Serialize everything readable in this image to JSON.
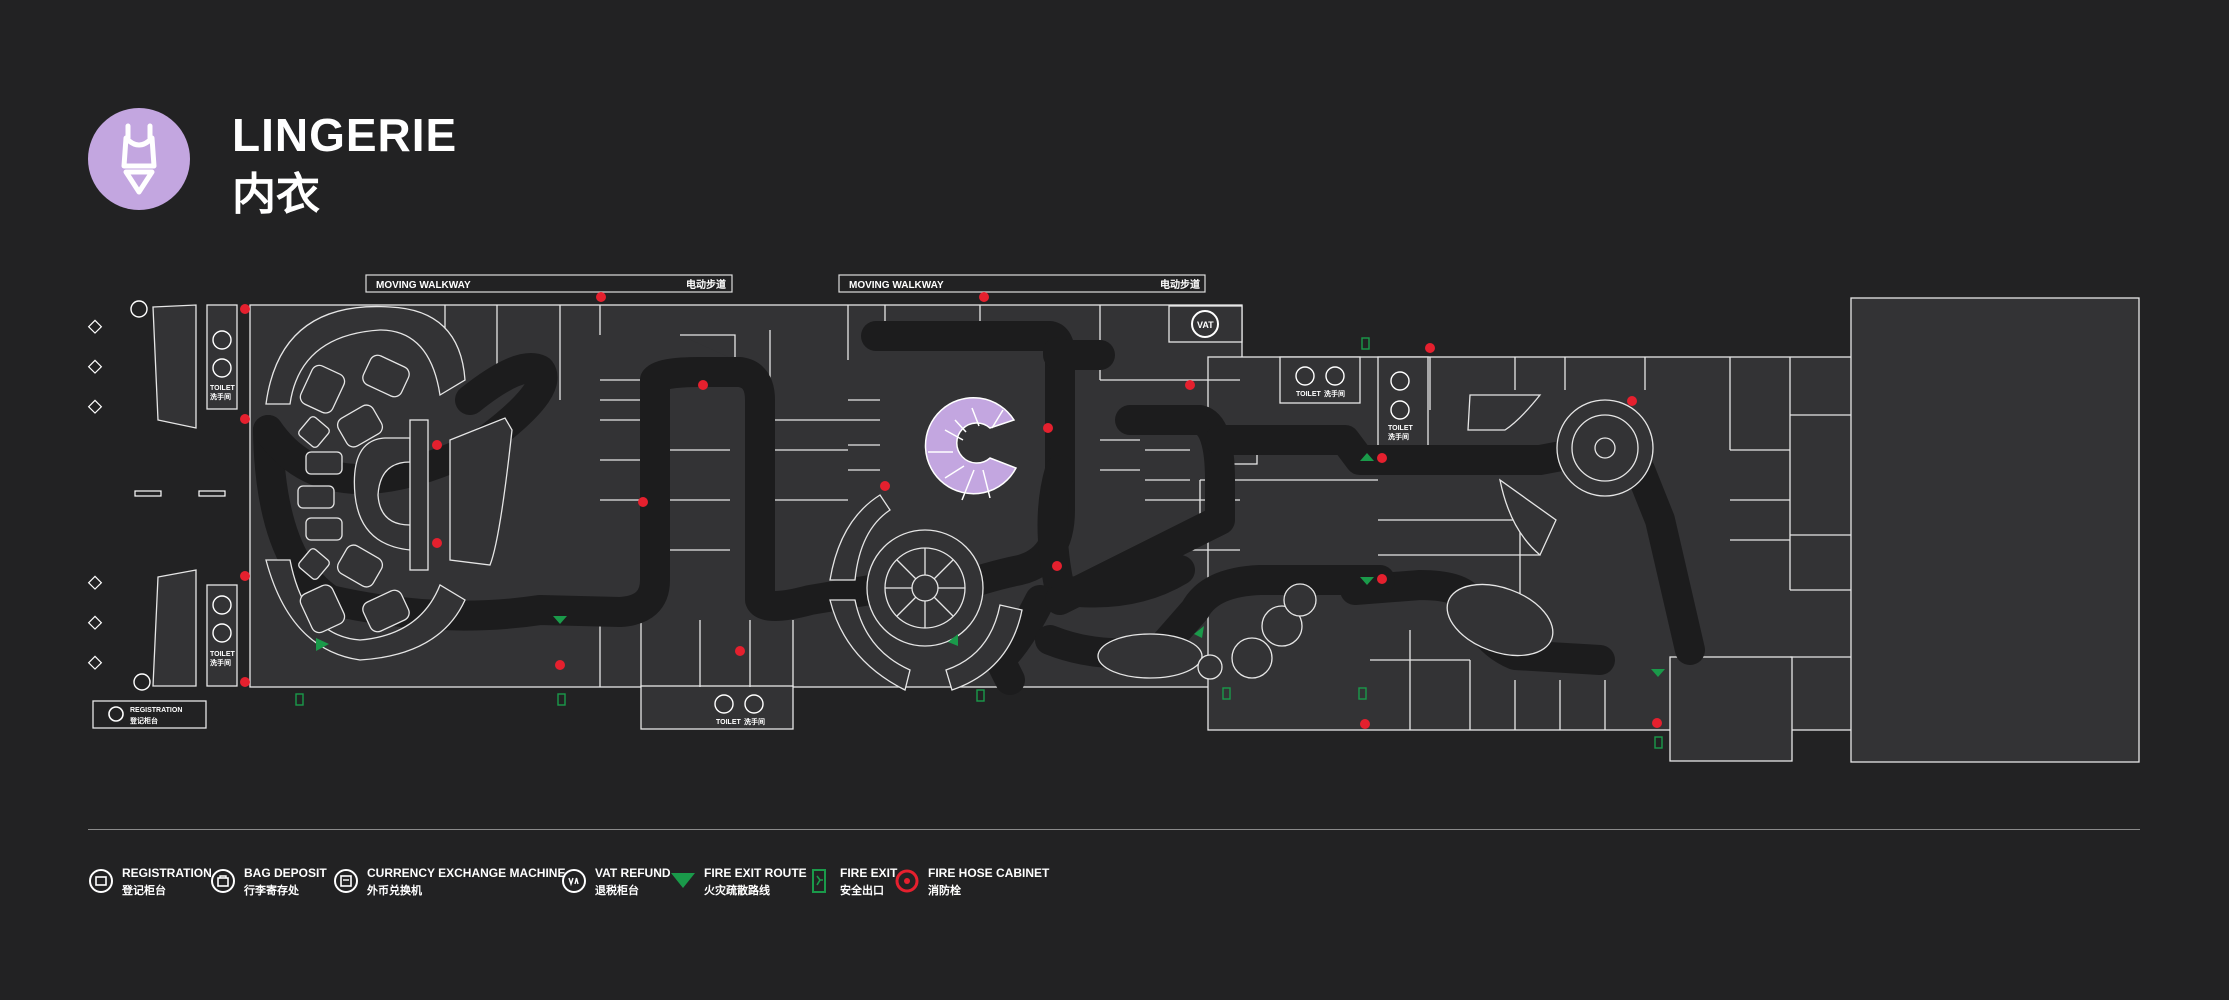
{
  "header": {
    "title_en": "LINGERIE",
    "title_zh": "内衣",
    "category_icon": "lingerie-icon",
    "category_color": "#c3a6e0"
  },
  "map": {
    "walkway_1": {
      "en": "MOVING WALKWAY",
      "zh": "电动步道"
    },
    "walkway_2": {
      "en": "MOVING WALKWAY",
      "zh": "电动步道"
    },
    "vat_label": "VAT",
    "toilet_en": "TOILET",
    "toilet_zh": "洗手间",
    "registration": {
      "en": "REGISTRATION",
      "zh": "登记柜台"
    },
    "highlight_color": "#c3a6e0",
    "fire_hose_color": "#e5202e",
    "fire_exit_color": "#1a9a4a"
  },
  "legend": [
    {
      "icon": "registration-icon",
      "en": "REGISTRATION",
      "zh": "登记柜台"
    },
    {
      "icon": "bag-deposit-icon",
      "en": "BAG DEPOSIT",
      "zh": "行李寄存处"
    },
    {
      "icon": "currency-exchange-icon",
      "en": "CURRENCY EXCHANGE MACHINE",
      "zh": "外币兑换机"
    },
    {
      "icon": "vat-refund-icon",
      "en": "VAT REFUND",
      "zh": "退税柜台"
    },
    {
      "icon": "fire-exit-route-icon",
      "en": "FIRE EXIT ROUTE",
      "zh": "火灾疏散路线"
    },
    {
      "icon": "fire-exit-icon",
      "en": "FIRE EXIT",
      "zh": "安全出口"
    },
    {
      "icon": "fire-hose-cabinet-icon",
      "en": "FIRE HOSE CABINET",
      "zh": "消防栓"
    }
  ]
}
